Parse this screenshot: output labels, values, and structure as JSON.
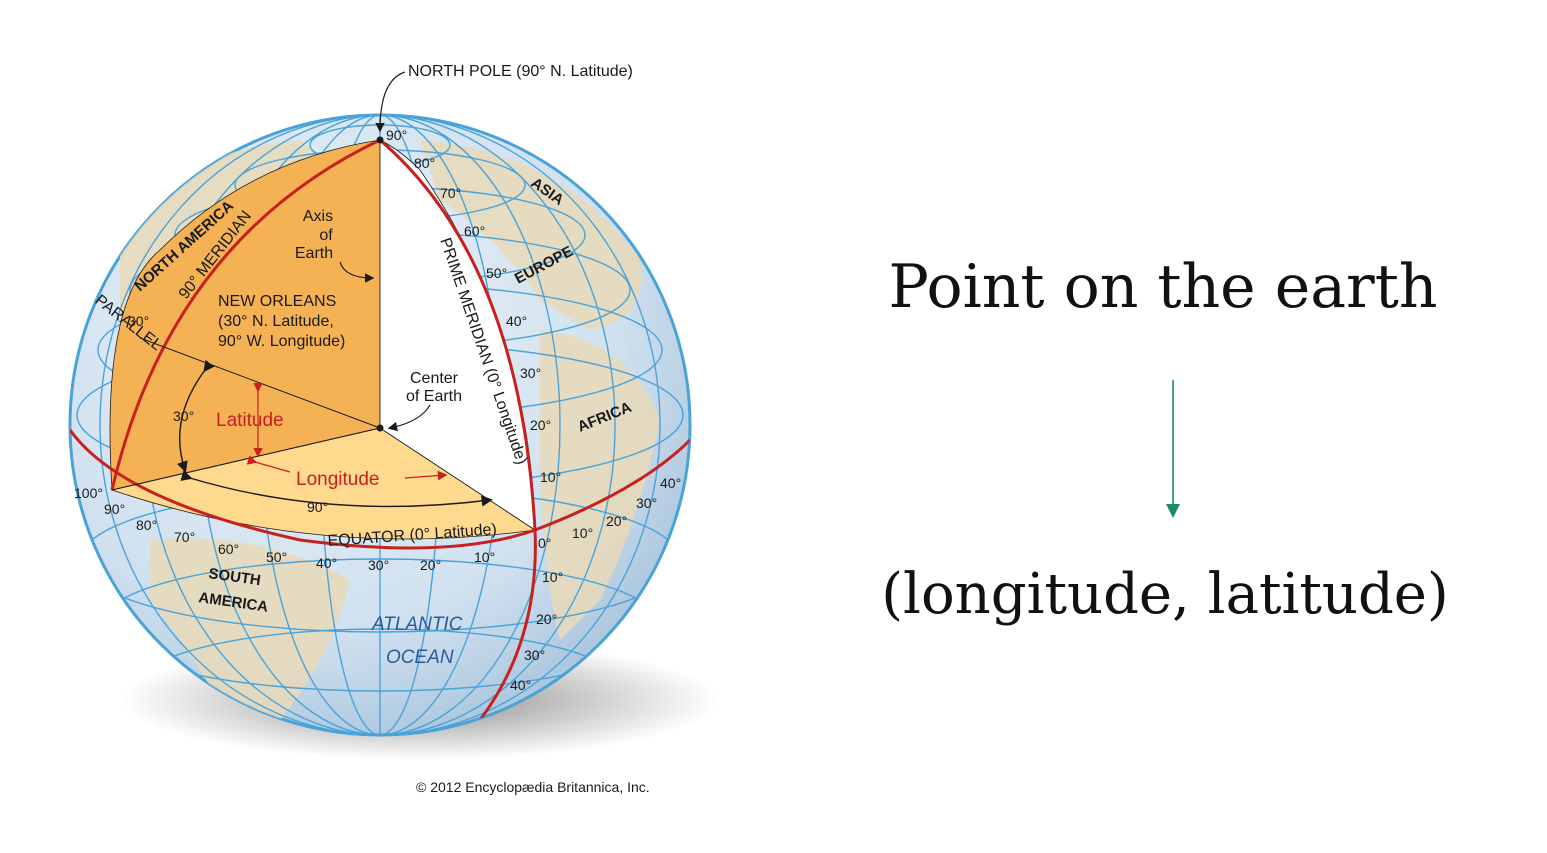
{
  "slide": {
    "title": "Point on the earth",
    "result": "(longitude, latitude)",
    "arrow_icon": "arrow-down-icon",
    "arrow_color": "#1a8a6a"
  },
  "figure": {
    "north_pole": "NORTH POLE (90° N. Latitude)",
    "axis_line1": "Axis",
    "axis_line2": "of",
    "axis_line3": "Earth",
    "north_america": "NORTH AMERICA",
    "meridian_90": "90° MERIDIAN",
    "parallel_30": "30°",
    "parallel_word": "PARALLEL",
    "new_orleans_line1": "NEW ORLEANS",
    "new_orleans_line2": "(30° N. Latitude,",
    "new_orleans_line3": "90° W. Longitude)",
    "center_line1": "Center",
    "center_line2": "of Earth",
    "latitude": "Latitude",
    "longitude": "Longitude",
    "lat_30": "30°",
    "lon_90": "90°",
    "prime_meridian": "PRIME MERIDIAN (0° Longitude)",
    "equator": "EQUATOR (0° Latitude)",
    "asia": "ASIA",
    "europe": "EUROPE",
    "africa": "AFRICA",
    "south": "SOUTH",
    "america": "AMERICA",
    "atlantic": "ATLANTIC",
    "ocean": "OCEAN",
    "copyright": "© 2012 Encyclopædia Britannica, Inc.",
    "meridian_lats": [
      "90°",
      "80°",
      "70°",
      "60°",
      "50°",
      "40°",
      "30°",
      "20°",
      "10°"
    ],
    "equator_lons_west": [
      "100°",
      "90°",
      "80°",
      "70°",
      "60°",
      "50°",
      "40°",
      "30°",
      "20°",
      "10°"
    ],
    "equator_lons_east": [
      "0°",
      "10°",
      "20°",
      "30°",
      "40°"
    ],
    "south_lats": [
      "10°",
      "20°",
      "30°",
      "40°"
    ],
    "colors": {
      "ocean": "#dbe9f5",
      "grid": "#4aa3d8",
      "land": "#e8d9b8",
      "wedge_dark": "#f5b255",
      "wedge_light": "#ffd98e",
      "red_line": "#c8201e"
    }
  }
}
